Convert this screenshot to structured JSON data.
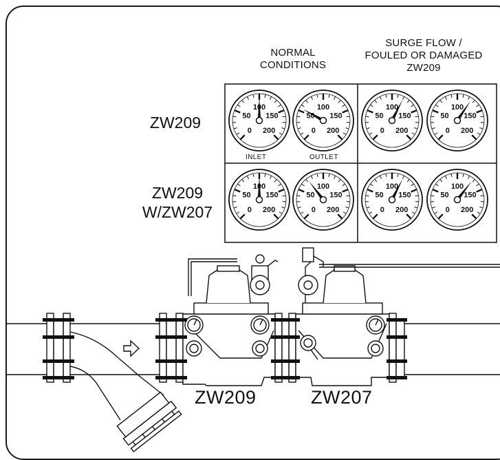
{
  "headers": {
    "normal": [
      "NORMAL",
      "CONDITIONS"
    ],
    "surge": [
      "SURGE FLOW /",
      "FOULED OR DAMAGED",
      "ZW209"
    ]
  },
  "rows": [
    {
      "label": [
        "ZW209"
      ],
      "gauges": [
        100,
        55,
        120,
        125
      ]
    },
    {
      "label": [
        "ZW209",
        "W/ZW207"
      ],
      "gauges": [
        100,
        72,
        120,
        128
      ]
    }
  ],
  "gauge_labels": {
    "inlet": "INLET",
    "outlet": "OUTLET"
  },
  "gauge_scale": {
    "ticks": [
      "0",
      "50",
      "100",
      "150",
      "200"
    ],
    "min": 0,
    "max": 200
  },
  "valves": {
    "left": "ZW209",
    "right": "ZW207"
  }
}
